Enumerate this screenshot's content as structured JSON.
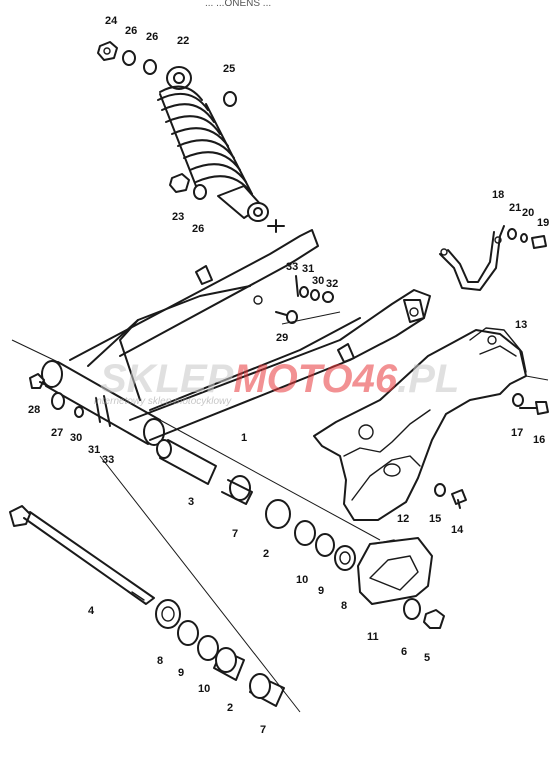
{
  "header_fragment": "... ...ONENS ...",
  "watermark": {
    "brand_left": "SKLEP",
    "brand_mid": "MOTO",
    "brand_right": "46",
    "domain_suffix": ".PL",
    "tagline": "internetowy sklep motocyklowy",
    "colors": {
      "gray": "#c8c8c8",
      "red": "#e8393b"
    }
  },
  "part_labels": {
    "p24": "24",
    "p26a": "26",
    "p26b": "26",
    "p22": "22",
    "p25": "25",
    "p23": "23",
    "p26c": "26",
    "p18": "18",
    "p21": "21",
    "p20": "20",
    "p19": "19",
    "p33a": "33",
    "p31a": "31",
    "p30a": "30",
    "p32": "32",
    "p29": "29",
    "p13": "13",
    "p28": "28",
    "p27": "27",
    "p30b": "30",
    "p31b": "31",
    "p33b": "33",
    "p1": "1",
    "p17": "17",
    "p16": "16",
    "p3": "3",
    "p7a": "7",
    "p2a": "2",
    "p15": "15",
    "p14": "14",
    "p12": "12",
    "p10a": "10",
    "p9a": "9",
    "p8a": "8",
    "p11": "11",
    "p6": "6",
    "p5": "5",
    "p4": "4",
    "p8b": "8",
    "p9b": "9",
    "p10b": "10",
    "p2b": "2",
    "p7b": "7"
  }
}
